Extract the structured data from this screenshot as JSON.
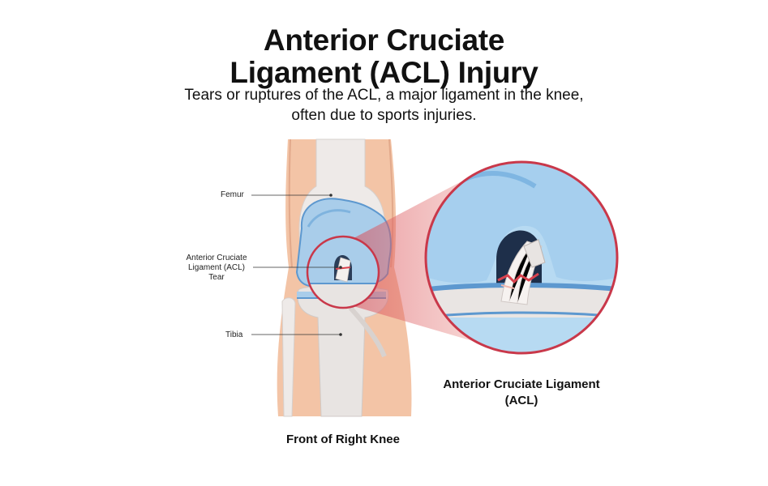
{
  "title": {
    "line1": "Anterior Cruciate",
    "line2": "Ligament (ACL) Injury"
  },
  "subtitle": {
    "line1": "Tears or ruptures of the ACL, a major ligament in the knee,",
    "line2": "often due to sports injuries."
  },
  "labels": {
    "femur": "Femur",
    "acl_tear_line1": "Anterior Cruciate",
    "acl_tear_line2": "Ligament (ACL)",
    "acl_tear_line3": "Tear",
    "tibia": "Tibia"
  },
  "captions": {
    "zoom_line1": "Anterior Cruciate Ligament",
    "zoom_line2": "(ACL)",
    "knee": "Front of Right Knee"
  },
  "colors": {
    "skin": "#f3c4a6",
    "bone": "#e8e4e2",
    "cartilage": "#a9cdea",
    "cartilage_dark": "#5d98cf",
    "highlight_ring": "#c9384a",
    "tear": "#d9424e"
  }
}
